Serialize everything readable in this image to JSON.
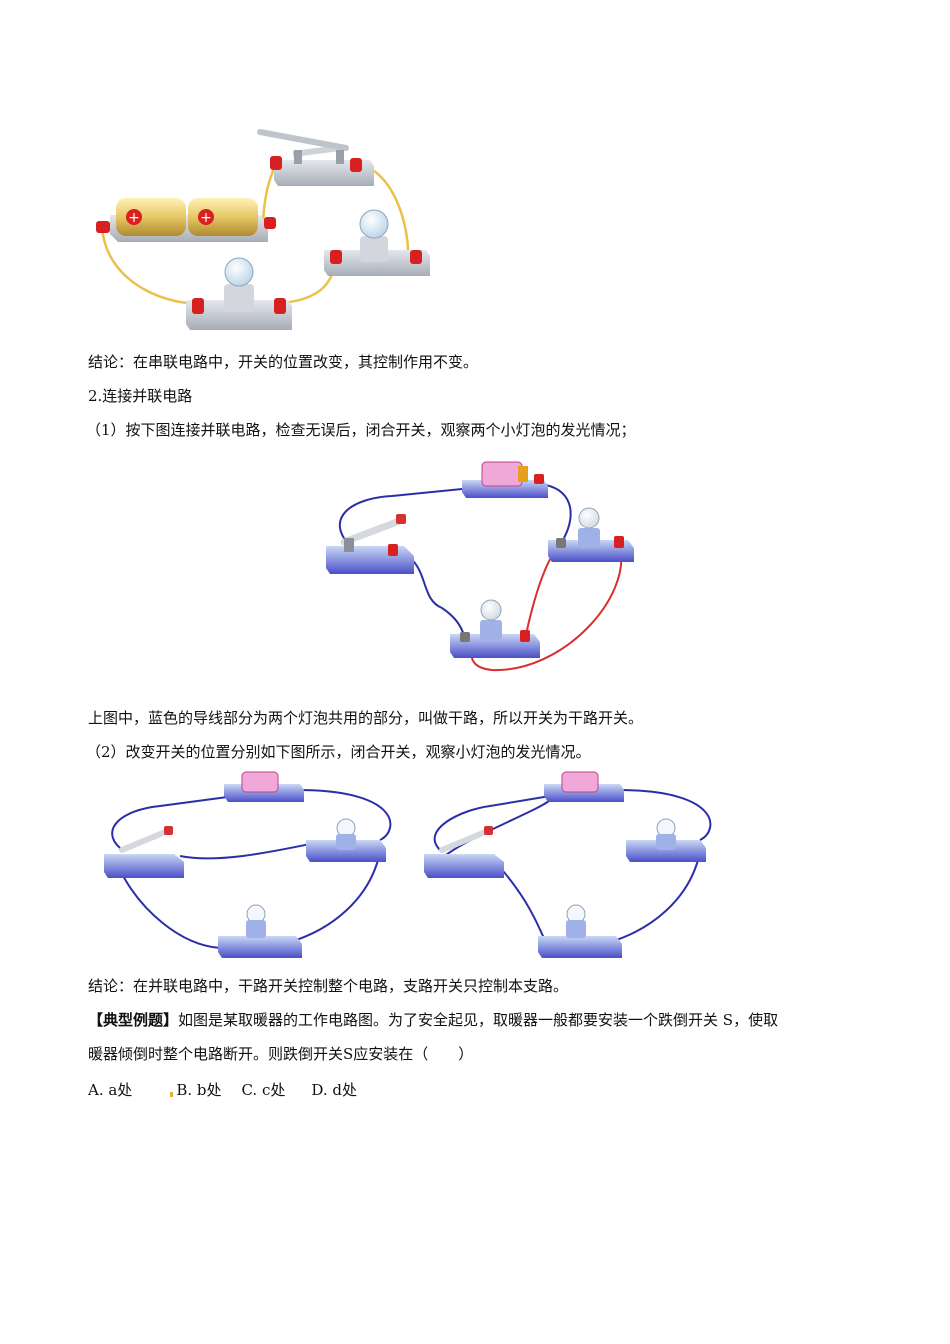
{
  "text": {
    "conclusion_series": "结论：在串联电路中，开关的位置改变，其控制作用不变。",
    "heading_parallel": "2.连接并联电路",
    "step1": "（1）按下图连接并联电路，检查无误后，闭合开关，观察两个小灯泡的发光情况；",
    "main_line_note": "上图中，蓝色的导线部分为两个灯泡共用的部分，叫做干路，所以开关为干路开关。",
    "step2": "（2）改变开关的位置分别如下图所示，闭合开关，观察小灯泡的发光情况。",
    "conclusion_parallel": "结论：在并联电路中，干路开关控制整个电路，支路开关只控制本支路。",
    "example_tag": "【典型例题】",
    "example_line1": "如图是某取暖器的工作电路图。为了安全起见，取暖器一般都要安装一个跌倒开关 S，使取",
    "example_line2": "暖器倾倒时整个电路断开。则跌倒开关S应安装在（　　）",
    "options": [
      "A. a处",
      "B. b处",
      "C. c处",
      "D. d处"
    ]
  },
  "colors": {
    "wire_yellow": "#e8c24a",
    "wire_blue": "#2a2fa8",
    "wire_red": "#d83030",
    "base_gray": "#c8ccd4",
    "base_blue": "#5a62d8",
    "terminal_red": "#d82020",
    "battery_gold": "#e6c766"
  }
}
